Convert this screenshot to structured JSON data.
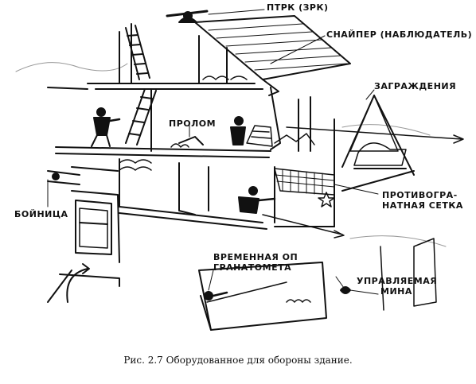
{
  "labels": {
    "ptrk": "ПТРК (ЗРК)",
    "sniper": "СНАЙПЕР (НАБЛЮДАТЕЛЬ)",
    "barriers": "ЗАГРАЖДЕНИЯ",
    "breach": "ПРОЛОМ",
    "grenade_net_1": "ПРОТИВОГРА-",
    "grenade_net_2": "НАТНАЯ СЕТКА",
    "loophole": "БОЙНИЦА",
    "launcher_pos_1": "ВРЕМЕННАЯ ОП",
    "launcher_pos_2": "ГРАНАТОМЕТА",
    "mine_1": "УПРАВЛЯЕМАЯ",
    "mine_2": "МИНА"
  },
  "caption": "Рис. 2.7 Оборудованное для обороны здание."
}
